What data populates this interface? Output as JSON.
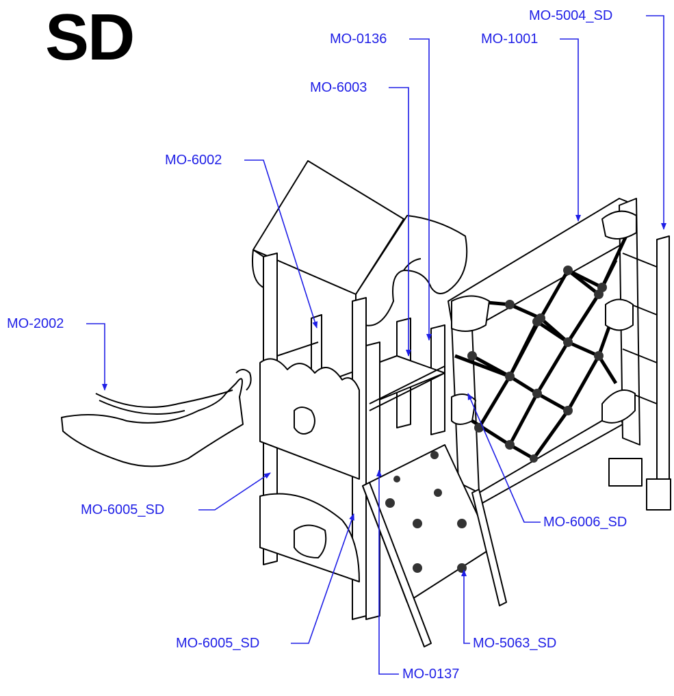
{
  "title": "SD",
  "callout_color": "#1e1ee6",
  "line_color": "#000000",
  "callouts": [
    "MO-5004_SD",
    "MO-0136",
    "MO-1001",
    "MO-6003",
    "MO-6002",
    "MO-2002",
    "MO-6005_SD",
    "MO-6006_SD",
    "MO-6005_SD",
    "MO-5063_SD",
    "MO-0137"
  ]
}
